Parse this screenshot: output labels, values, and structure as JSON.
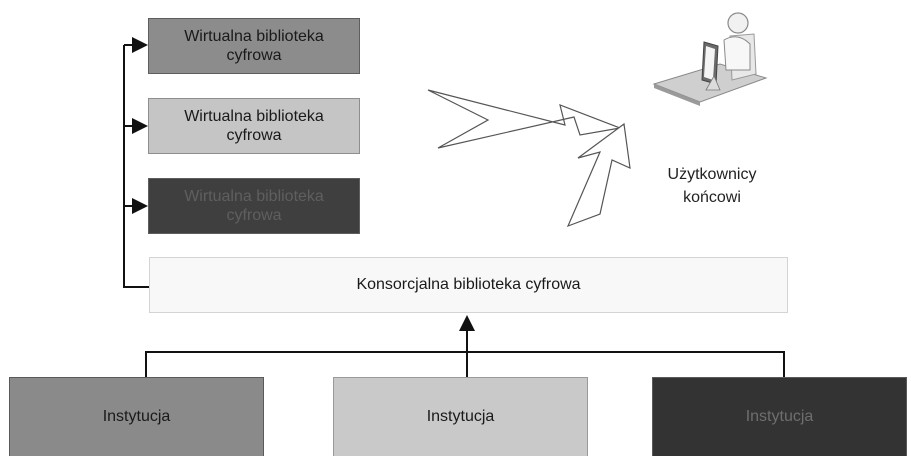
{
  "virtual_libraries": [
    {
      "label": "Wirtualna biblioteka cyfrowa",
      "fill": "#8c8c8c"
    },
    {
      "label": "Wirtualna biblioteka cyfrowa",
      "fill": "#c5c5c5"
    },
    {
      "label": "Wirtualna biblioteka cyfrowa",
      "fill": "#3f3f3f"
    }
  ],
  "consortium": {
    "label": "Konsorcjalna biblioteka cyfrowa",
    "fill": "#f8f8f8"
  },
  "institutions": [
    {
      "label": "Instytucja",
      "fill": "#8a8a8a"
    },
    {
      "label": "Instytucja",
      "fill": "#c9c9c9"
    },
    {
      "label": "Instytucja",
      "fill": "#333333"
    }
  ],
  "end_users": {
    "line1": "Użytkownicy",
    "line2": "końcowi",
    "icon": "user-at-computer-icon"
  }
}
